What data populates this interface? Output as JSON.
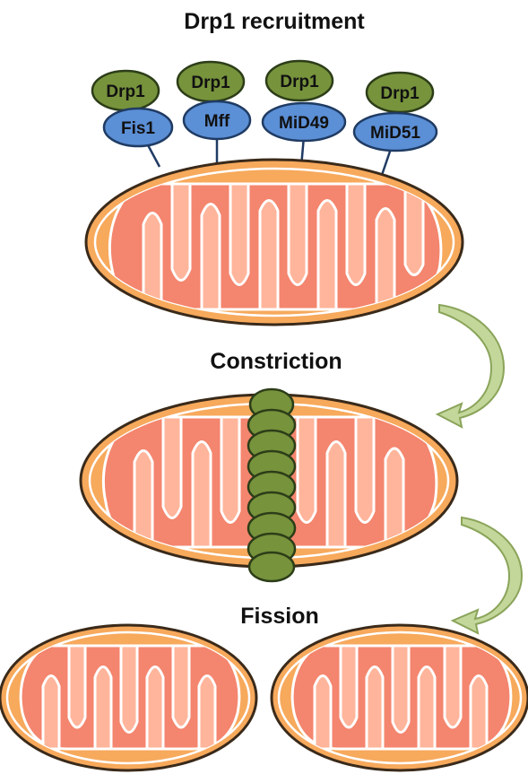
{
  "stages": {
    "recruitment": "Drp1 recruitment",
    "constriction": "Constriction",
    "fission": "Fission"
  },
  "receptors": [
    {
      "drp1": "Drp1",
      "adaptor": "Fis1"
    },
    {
      "drp1": "Drp1",
      "adaptor": "Mff"
    },
    {
      "drp1": "Drp1",
      "adaptor": "MiD49"
    },
    {
      "drp1": "Drp1",
      "adaptor": "MiD51"
    }
  ],
  "colors": {
    "outer_membrane_fill": "#f7a95c",
    "outer_membrane_stroke": "#3a2a1a",
    "matrix_fill": "#f4856e",
    "cristae_lumen": "#ffb59b",
    "drp1_fill": "#77933c",
    "drp1_stroke": "#2c3d18",
    "adaptor_fill": "#5b8fd6",
    "adaptor_stroke": "#1f3b63",
    "arrow_fill": "#c4d79b",
    "arrow_stroke": "#8aa45a"
  }
}
